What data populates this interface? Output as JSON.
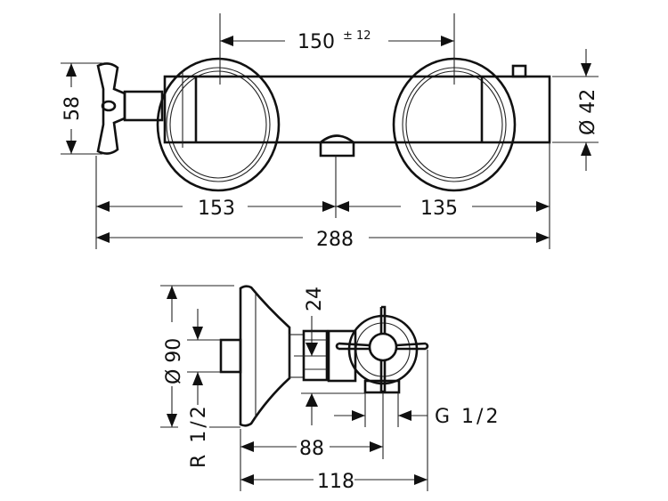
{
  "top_view": {
    "dim_spacing": "150",
    "dim_spacing_tolerance": "± 12",
    "dim_handle_height": "58",
    "dim_body_diameter": "Ø 42",
    "dim_left_to_spout": "153",
    "dim_spout_to_right": "135",
    "dim_total_length": "288"
  },
  "side_view": {
    "dim_escutcheon_diameter": "Ø 90",
    "dim_inlet_thread": "R 1/2",
    "dim_nut": "24",
    "dim_outlet_thread": "G 1/2",
    "dim_depth_outlet": "88",
    "dim_total_depth": "118"
  }
}
